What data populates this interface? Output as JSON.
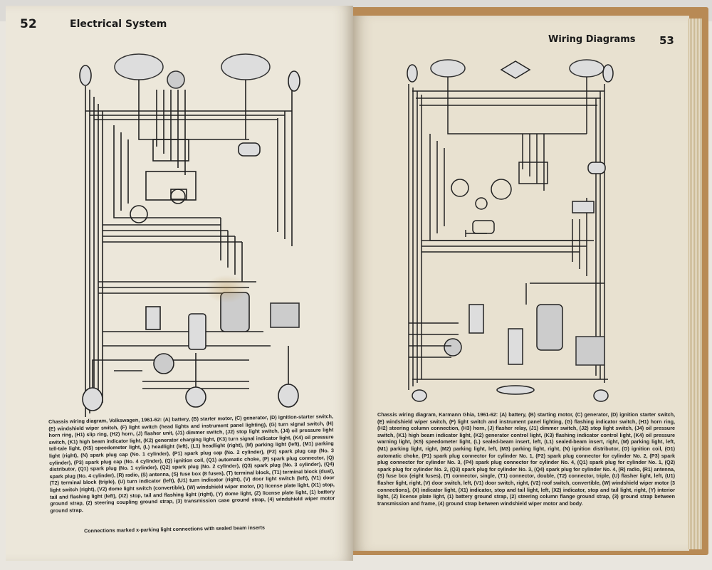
{
  "left_page": {
    "page_number": "52",
    "running_head": "Electrical System",
    "caption": "Chassis wiring diagram, Volkswagen, 1961-62: (A) battery, (B) starter motor, (C) generator, (D) ignition-starter switch, (E) windshield wiper switch, (F) light switch (head lights and instrument panel lighting), (G) turn signal switch, (H) horn ring, (H1) slip ring, (H2) horn, (J) flasher unit, (J1) dimmer switch, (J2) stop light switch, (J4) oil pressure light switch, (K1) high beam indicator light, (K2) generator charging light, (K3) turn signal indicator light, (K4) oil pressure tell-tale light, (K5) speedometer light, (L) headlight (left), (L1) headlight (right), (M) parking light (left), (M1) parking light (right), (N) spark plug cap (No. 1 cylinder), (P1) spark plug cap (No. 2 cylinder), (P2) spark plug cap (No. 3 cylinder), (P3) spark plug cap (No. 4 cylinder), (Q) ignition coil, (Q1) automatic choke, (P) spark plug connector, (Q) distributor, (Q1) spark plug (No. 1 cylinder), (Q2) spark plug (No. 2 cylinder), (Q3) spark plug (No. 3 cylinder), (Q4) spark plug (No. 4 cylinder), (R) radio, (S) antenna, (S) fuse box (8 fuses), (T) terminal block, (T1) terminal block (dual), (T2) terminal block (triple), (U) turn indicator (left), (U1) turn indicator (right), (V) door light switch (left), (V1) door light switch (right), (V2) dome light switch (convertible), (W) windshield wiper motor, (X) license plate light, (X1) stop, tail and flashing light (left), (X2) stop, tail and flashing light (right), (Y) dome light, (Z) license plate light, (1) battery ground strap, (2) steering coupling ground strap, (3) transmission case ground strap, (4) windshield wiper motor ground strap.",
    "note": "Connections marked x-parking light connections with sealed beam inserts"
  },
  "right_page": {
    "page_number": "53",
    "running_head": "Wiring Diagrams",
    "caption": "Chassis wiring diagram, Karmann Ghia, 1961-62: (A) battery, (B) starting motor, (C) generator, (D) ignition starter switch, (E) windshield wiper switch, (F) light switch and instrument panel lighting, (G) flashing indicator switch, (H1) horn ring, (H2) steering column connection, (H3) horn, (J) flasher relay, (J1) dimmer switch, (J2) stop light switch, (J4) oil pressure switch, (K1) high beam indicator light, (K2) generator control light, (K3) flashing indicator control light, (K4) oil pressure warning light, (K5) speedometer light, (L) sealed-beam insert, left, (L1) sealed-beam insert, right, (M) parking light, left, (M1) parking light, right, (M2) parking light, left, (M3) parking light, right, (N) ignition distributor, (O) ignition coil, (O1) automatic choke, (P1) spark plug connector for cylinder No. 1, (P2) spark plug connector for cylinder No. 2, (P3) spark plug connector for cylinder No. 3, (P4) spark plug connector for cylinder No. 4, (Q1) spark plug for cylinder No. 1, (Q2) spark plug for cylinder No. 2, (Q3) spark plug for cylinder No. 3, (Q4) spark plug for cylinder No. 4, (R) radio, (R1) antenna, (S) fuse box (eight fuses), (T) connector, single, (T1) connector, double, (T2) connector, triple, (U) flasher light, left, (U1) flasher light, right, (V) door switch, left, (V1) door switch, right, (V2) roof switch, convertible, (W) windshield wiper motor (3 connections), (X) indicator light, (X1) indicator, stop and tail light, left, (X2) indicator, stop and tail light, right, (Y) interior light, (Z) license plate light, (1) battery ground strap, (2) steering column flange ground strap, (3) ground strap between transmission and frame, (4) ground strap between windshield wiper motor and body."
  },
  "colors": {
    "paper": "#ece7da",
    "ink": "#1a1a1a",
    "cover": "#b88a55"
  }
}
